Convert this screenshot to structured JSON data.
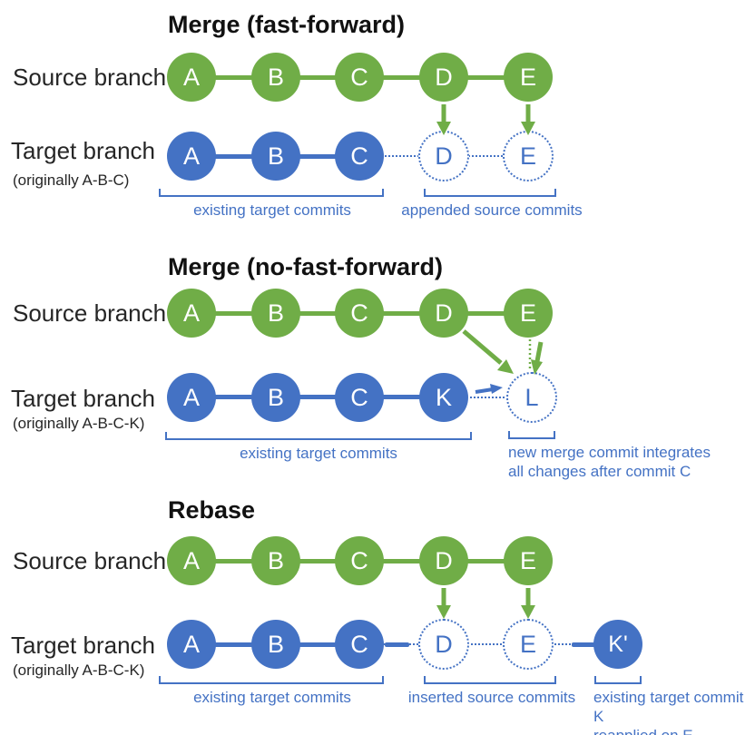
{
  "colors": {
    "green": "#70AD47",
    "blue": "#4472C4",
    "ink": "#1f1f1f"
  },
  "sections": [
    {
      "title": "Merge (fast-forward)",
      "source_label": "Source branch",
      "target_label": "Target branch",
      "target_note": "(originally A-B-C)",
      "source_commits": [
        "A",
        "B",
        "C",
        "D",
        "E"
      ],
      "target_commits": [
        "A",
        "B",
        "C"
      ],
      "appended_commits": [
        "D",
        "E"
      ],
      "captions": [
        "existing target commits",
        "appended source commits"
      ]
    },
    {
      "title": "Merge (no-fast-forward)",
      "source_label": "Source branch",
      "target_label": "Target branch",
      "target_note": "(originally A-B-C-K)",
      "source_commits": [
        "A",
        "B",
        "C",
        "D",
        "E"
      ],
      "target_commits": [
        "A",
        "B",
        "C",
        "K"
      ],
      "merge_commit": "L",
      "captions": [
        "existing target commits",
        "new merge commit integrates\nall changes after commit C"
      ]
    },
    {
      "title": "Rebase",
      "source_label": "Source branch",
      "target_label": "Target branch",
      "target_note": "(originally A-B-C-K)",
      "source_commits": [
        "A",
        "B",
        "C",
        "D",
        "E"
      ],
      "target_commits": [
        "A",
        "B",
        "C"
      ],
      "inserted_commits": [
        "D",
        "E"
      ],
      "reapplied_commit": "K'",
      "captions": [
        "existing target commits",
        "inserted source commits",
        "existing target commit K\nreapplied on E"
      ]
    }
  ]
}
